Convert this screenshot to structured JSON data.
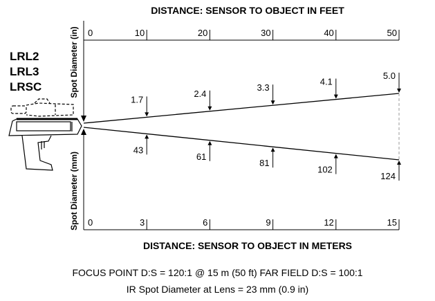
{
  "titles": {
    "top": "DISTANCE: SENSOR TO OBJECT IN FEET",
    "bottom": "DISTANCE: SENSOR TO OBJECT IN METERS"
  },
  "axis_labels": {
    "upper": "Spot Diameter (in)",
    "lower": "Spot Diameter (mm)"
  },
  "models": [
    "LRL2",
    "LRL3",
    "LRSC"
  ],
  "feet_ticks": [
    {
      "label": "0",
      "feet": 0
    },
    {
      "label": "10",
      "feet": 10
    },
    {
      "label": "20",
      "feet": 20
    },
    {
      "label": "30",
      "feet": 30
    },
    {
      "label": "40",
      "feet": 40
    },
    {
      "label": "50",
      "feet": 50
    }
  ],
  "meter_ticks": [
    {
      "label": "0",
      "feet": 0
    },
    {
      "label": "3",
      "feet": 10
    },
    {
      "label": "6",
      "feet": 20
    },
    {
      "label": "9",
      "feet": 30
    },
    {
      "label": "12",
      "feet": 40
    },
    {
      "label": "15",
      "feet": 50
    }
  ],
  "spot_inches": [
    {
      "label": "1.7",
      "feet": 10
    },
    {
      "label": "2.4",
      "feet": 20
    },
    {
      "label": "3.3",
      "feet": 30
    },
    {
      "label": "4.1",
      "feet": 40
    },
    {
      "label": "5.0",
      "feet": 50
    }
  ],
  "spot_mm": [
    {
      "label": "43",
      "feet": 10
    },
    {
      "label": "61",
      "feet": 20
    },
    {
      "label": "81",
      "feet": 30
    },
    {
      "label": "102",
      "feet": 40
    },
    {
      "label": "124",
      "feet": 50
    }
  ],
  "footer": {
    "line1": "FOCUS POINT D:S = 120:1 @ 15 m (50 ft)    FAR FIELD D:S = 100:1",
    "line2": "IR Spot Diameter at Lens = 23 mm (0.9 in)"
  }
}
